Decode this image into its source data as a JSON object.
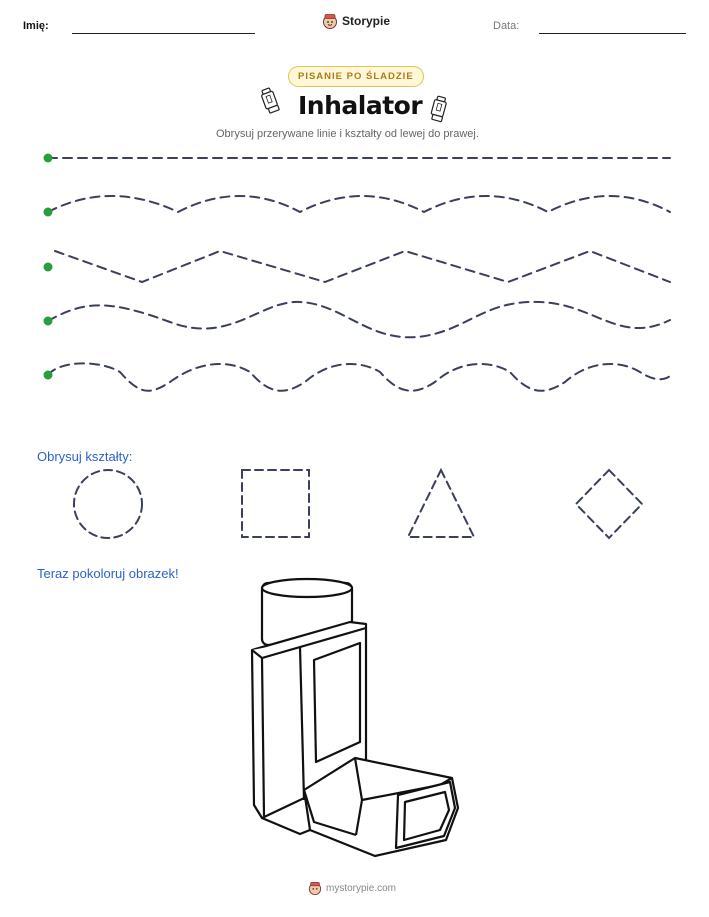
{
  "header": {
    "name_label": "Imię:",
    "brand": "Storypie",
    "date_label": "Data:"
  },
  "badge": "PISANIE PO ŚLADZIE",
  "title": "Inhalator",
  "instructions": "Obrysuj przerywane linie i kształty od lewej do prawej.",
  "shapes_heading": "Obrysuj kształty:",
  "shapes": [
    "circle",
    "square",
    "triangle",
    "diamond"
  ],
  "coloring_heading": "Teraz pokoloruj obrazek!",
  "footer": "mystorypie.com",
  "icons": [
    "storypie-logo-icon",
    "inhaler-icon",
    "inhaler-icon",
    "start-dot-icon",
    "inhaler-illustration"
  ],
  "colors": {
    "start_dot": "#2a9d3f",
    "trace_line": "#3a3f5c",
    "section_heading": "#2a63c9",
    "badge_border": "#e2c25a"
  }
}
